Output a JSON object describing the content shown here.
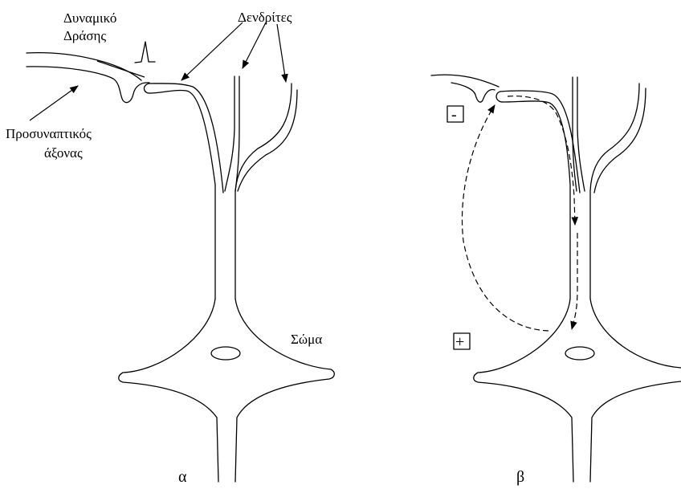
{
  "labels": {
    "action_potential_line1": "Δυναμικό",
    "action_potential_line2": "Δράσης",
    "dendrites": "Δενδρίτες",
    "presynaptic_line1": "Προσυναπτικός",
    "presynaptic_line2": "άξονας",
    "soma": "Σώμα"
  },
  "panels": {
    "left": "α",
    "right": "β"
  },
  "signs": {
    "negative": "-",
    "positive": "+"
  }
}
